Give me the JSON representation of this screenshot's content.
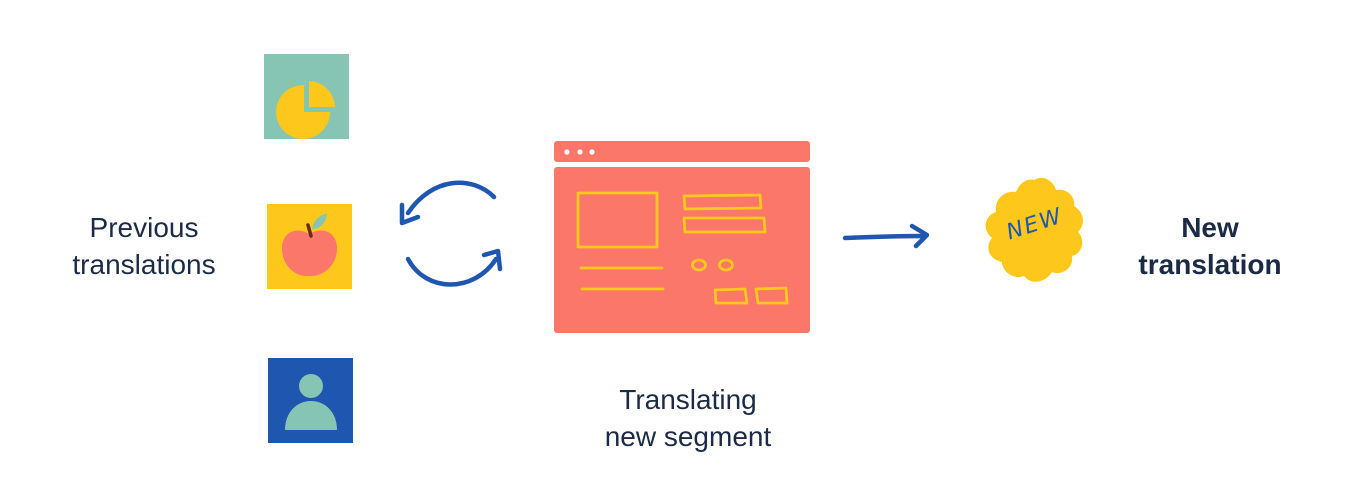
{
  "colors": {
    "background": "#ffffff",
    "text": "#1b2b45",
    "teal": "#86c4b4",
    "yellow": "#fdc81b",
    "coral": "#fa776a",
    "blue": "#1e56b0",
    "stem": "#6b2a1a"
  },
  "left": {
    "label_line1": "Previous",
    "label_line2": "translations",
    "tiles": [
      {
        "icon": "pie-chart-icon",
        "bg": "#86c4b4"
      },
      {
        "icon": "apple-icon",
        "bg": "#fdc81b"
      },
      {
        "icon": "person-icon",
        "bg": "#1e56b0"
      }
    ]
  },
  "cycle": {
    "icon": "cycle-arrows-icon"
  },
  "center": {
    "icon": "browser-window-icon",
    "label_line1": "Translating",
    "label_line2": "new segment"
  },
  "arrow": {
    "icon": "arrow-right-icon"
  },
  "right": {
    "badge_text": "NEW",
    "badge_icon": "new-badge-icon",
    "label_line1": "New",
    "label_line2": "translation"
  }
}
